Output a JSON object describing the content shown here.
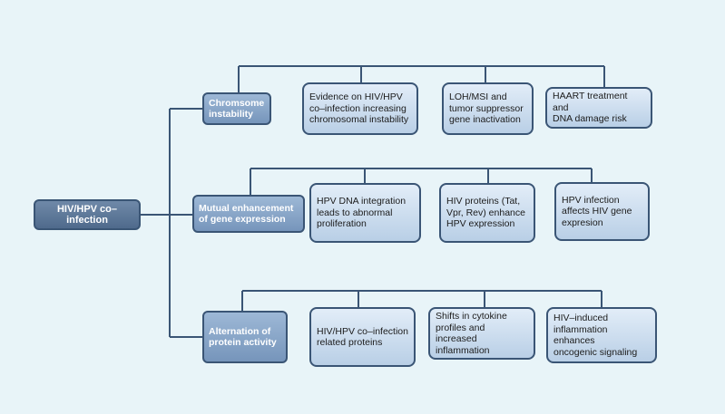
{
  "root": {
    "label": "HIV/HPV co–infection"
  },
  "categories": [
    {
      "label": "Chromsome\ninstability",
      "children": [
        "Evidence on HIV/HPV\nco–infection increasing\nchromosomal instability",
        "LOH/MSI and\ntumor suppressor\ngene inactivation",
        "HAART treatment and\nDNA damage risk"
      ]
    },
    {
      "label": "Mutual enhancement\nof gene expression",
      "children": [
        "HPV DNA integration\nleads to abnormal\nproliferation",
        "HIV proteins (Tat,\nVpr, Rev) enhance\nHPV expression",
        "HPV infection\naffects HIV gene\nexpresion"
      ]
    },
    {
      "label": "Alternation of\nprotein activity",
      "children": [
        "HIV/HPV co–infection\nrelated proteins",
        "Shifts in cytokine\nprofiles and increased\ninflammation",
        "HIV–induced\ninflammation enhances\noncogenic signaling"
      ]
    }
  ],
  "colors": {
    "background": "#e8f4f8",
    "line": "#3a5575",
    "root_fill": "#5b7698",
    "category_fill": "#8aa6c9",
    "leaf_fill": "#cddff0"
  }
}
